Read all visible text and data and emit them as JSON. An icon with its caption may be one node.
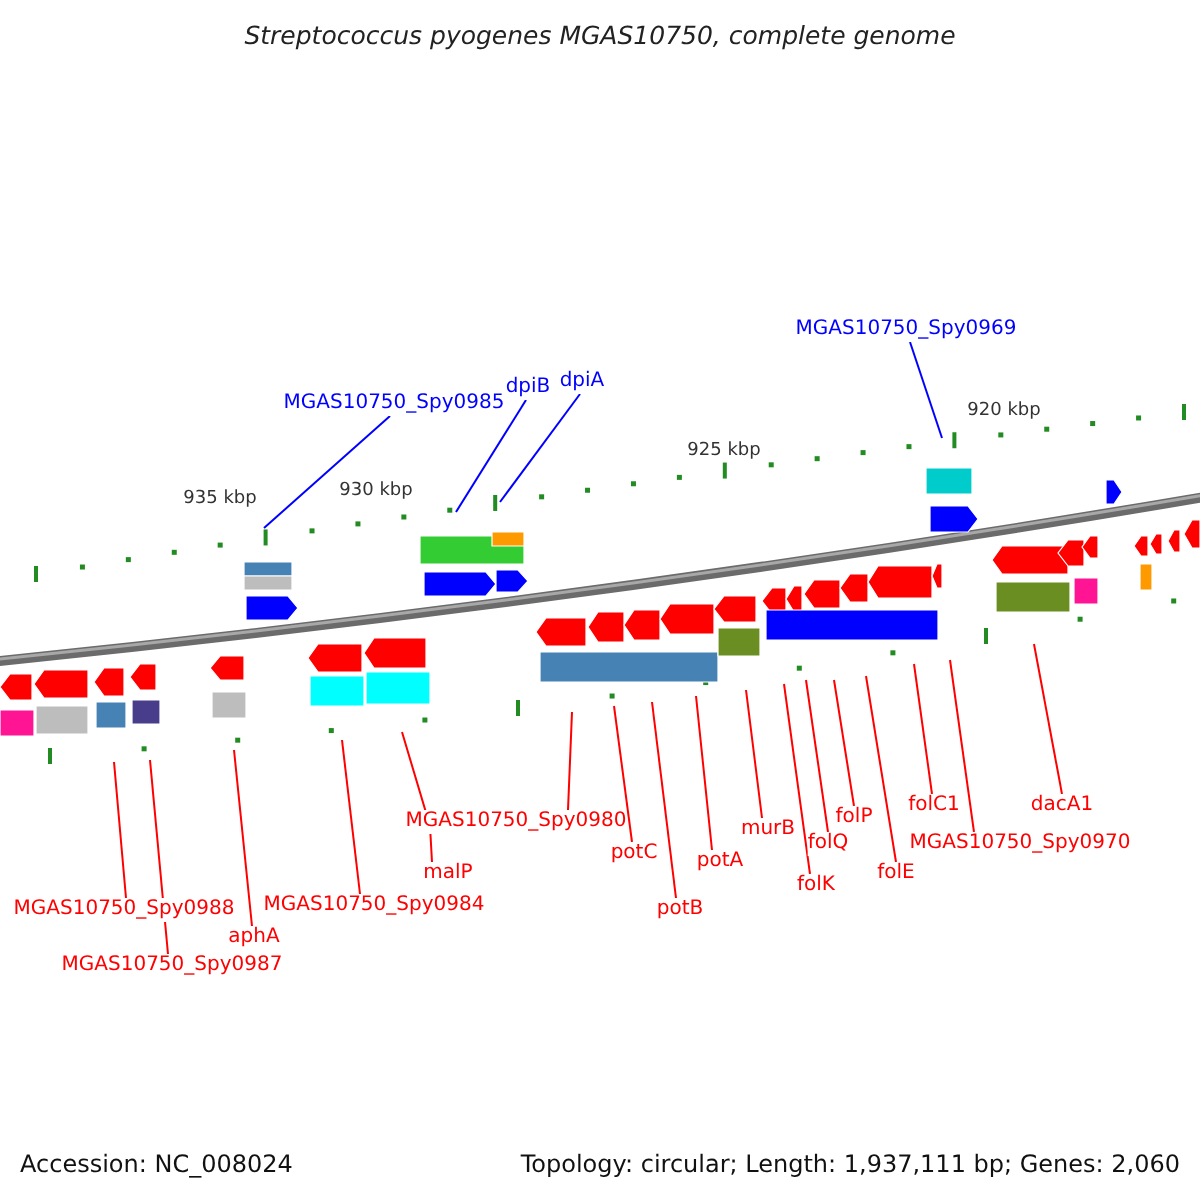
{
  "diagram": {
    "title": "Streptococcus pyogenes MGAS10750, complete genome",
    "nodes": [
      {
        "text": [
          "MGAS10750_Spy0985"
        ]
      },
      {
        "text": [
          "dpiB"
        ]
      },
      {
        "text": [
          "dpiA"
        ]
      },
      {
        "text": [
          "MGAS10750_Spy0969"
        ]
      },
      {
        "text": [
          "MGAS10750_Spy0988"
        ]
      },
      {
        "text": [
          "MGAS10750_Spy0987"
        ]
      },
      {
        "text": [
          "aphA"
        ]
      },
      {
        "text": [
          "MGAS10750_Spy0984"
        ]
      },
      {
        "text": [
          "malP"
        ]
      },
      {
        "text": [
          "MGAS10750_Spy0980"
        ]
      },
      {
        "text": [
          "potC"
        ]
      },
      {
        "text": [
          "potB"
        ]
      },
      {
        "text": [
          "potA"
        ]
      },
      {
        "text": [
          "murB"
        ]
      },
      {
        "text": [
          "folQ"
        ]
      },
      {
        "text": [
          "folK"
        ]
      },
      {
        "text": [
          "folP"
        ]
      },
      {
        "text": [
          "folE"
        ]
      },
      {
        "text": [
          "folC1"
        ]
      },
      {
        "text": [
          "MGAS10750_Spy0970"
        ]
      },
      {
        "text": [
          "dacA1"
        ]
      }
    ],
    "edges": [
      {
        "from": 0,
        "to": null,
        "arrow": "none",
        "color": "#0000ff"
      },
      {
        "from": 1,
        "to": null,
        "arrow": "none",
        "color": "#0000ff"
      },
      {
        "from": 2,
        "to": null,
        "arrow": "none",
        "color": "#0000ff"
      },
      {
        "from": 3,
        "to": null,
        "arrow": "none",
        "color": "#0000ff"
      },
      {
        "from": 4,
        "to": null,
        "arrow": "none"
      },
      {
        "from": 5,
        "to": null,
        "arrow": "none"
      },
      {
        "from": 6,
        "to": null,
        "arrow": "none"
      },
      {
        "from": 7,
        "to": null,
        "arrow": "none"
      },
      {
        "from": 8,
        "to": null,
        "arrow": "none"
      },
      {
        "from": 9,
        "to": null,
        "arrow": "none"
      },
      {
        "from": 10,
        "to": null,
        "arrow": "none"
      },
      {
        "from": 11,
        "to": null,
        "arrow": "none"
      },
      {
        "from": 12,
        "to": null,
        "arrow": "none"
      },
      {
        "from": 13,
        "to": null,
        "arrow": "none"
      },
      {
        "from": 14,
        "to": null,
        "arrow": "none"
      },
      {
        "from": 15,
        "to": null,
        "arrow": "none"
      },
      {
        "from": 16,
        "to": null,
        "arrow": "none"
      },
      {
        "from": 17,
        "to": null,
        "arrow": "none"
      },
      {
        "from": 18,
        "to": null,
        "arrow": "none"
      },
      {
        "from": 19,
        "to": null,
        "arrow": "none"
      },
      {
        "from": 20,
        "to": null,
        "arrow": "none"
      }
    ],
    "labels": [
      "935 kbp",
      "930 kbp",
      "925 kbp",
      "920 kbp",
      "Accession: NC_008024",
      "Topology: circular; Length: 1,937,111 bp; Genes: 2,060"
    ]
  }
}
